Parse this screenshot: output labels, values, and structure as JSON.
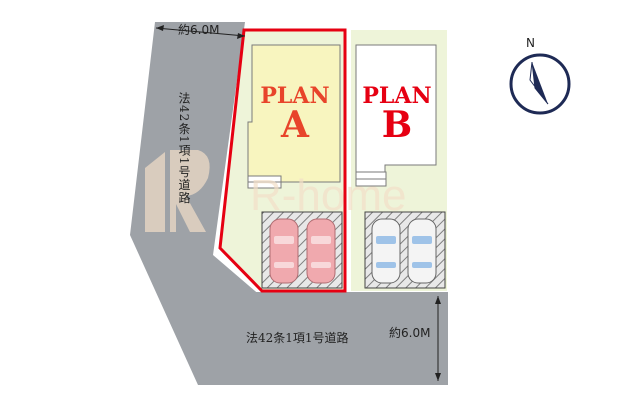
{
  "lots": [
    {
      "id": "A",
      "plan_word": "PLAN",
      "plan_letter": "A",
      "lot_fill": "#eef4d9",
      "house_fill": "#f8f5bf",
      "label_color": "#e8442a",
      "border_color": "#e60012",
      "highlighted": true,
      "parking_fill": "#e8e8e8",
      "car_color": "#f0a9ae",
      "cars": 2
    },
    {
      "id": "B",
      "plan_word": "PLAN",
      "plan_letter": "B",
      "lot_fill": "#eef4d9",
      "house_fill": "#ffffff",
      "label_color": "#e60012",
      "highlighted": false,
      "parking_fill": "#e8e8e8",
      "car_color": "#f4f4f4",
      "cars": 2
    }
  ],
  "roads": {
    "left": {
      "label": "法42条1項1号道路",
      "width_label": "約6.0M"
    },
    "bottom": {
      "label": "法42条1項1号道路",
      "width_label": "約6.0M"
    },
    "fill": "#9ea2a7"
  },
  "compass": {
    "label": "N",
    "icon": "north-arrow-icon",
    "ring_color": "#1e2a55"
  },
  "watermark": {
    "text": "R-home",
    "color": "#f3dfc8"
  }
}
